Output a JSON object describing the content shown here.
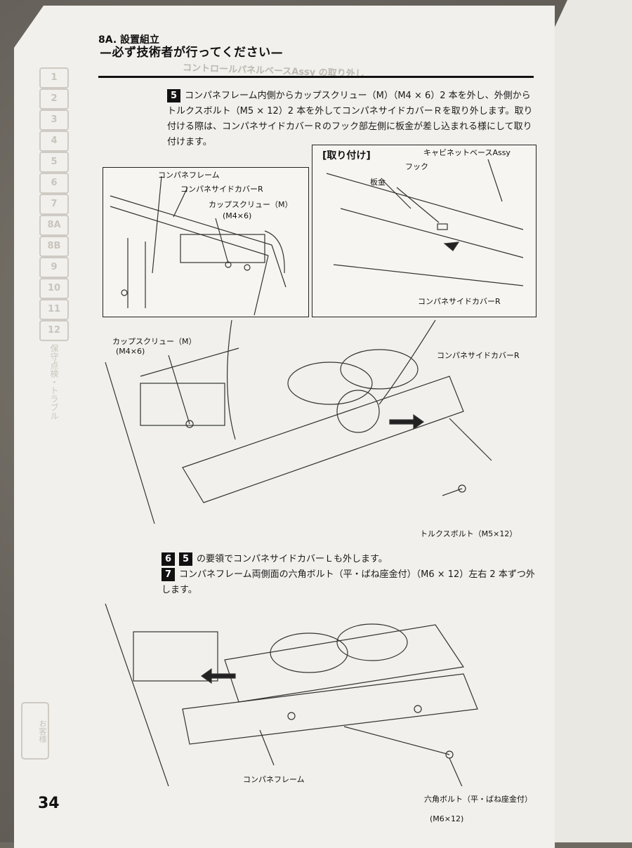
{
  "header": {
    "section": "8A. 設置組立",
    "subtitle": "必ず技術者が行ってください"
  },
  "side_tabs": [
    "1",
    "2",
    "3",
    "4",
    "5",
    "6",
    "7",
    "8A",
    "8B",
    "9",
    "10",
    "11",
    "12"
  ],
  "side_vertical_text": "保守点検・トラブル",
  "bottom_tab": "お客様",
  "bleed_heading": "コントロールパネルベースAssy の取り外し",
  "steps": {
    "step5": {
      "num": "5",
      "text": "コンパネフレーム内側からカップスクリュー（M）（M4 × 6）2 本を外し、外側からトルクスボルト（M5 × 12）2 本を外してコンパネサイドカバーＲを取り外します。取り付ける際は、コンパネサイドカバーＲのフック部左側に板金が差し込まれる様にして取り付けます。"
    },
    "step6": {
      "num": "6",
      "ref": "5",
      "text": "の要領でコンパネサイドカバーＬも外します。"
    },
    "step7": {
      "num": "7",
      "text": "コンパネフレーム両側面の六角ボルト（平・ばね座金付）（M6 × 12）左右 2 本ずつ外します。"
    }
  },
  "figure1": {
    "inset_left": {
      "frame": "コンパネフレーム",
      "cover": "コンパネサイドカバーR",
      "screw": "カップスクリュー（M）",
      "screw_size": "(M4×6)"
    },
    "inset_right": {
      "title": "[取り付け]",
      "cabinet": "キャビネットベースAssy",
      "hook": "フック",
      "plate": "板金",
      "cover": "コンパネサイドカバーR"
    },
    "main": {
      "screw": "カップスクリュー（M）",
      "screw_size": "(M4×6)",
      "cover": "コンパネサイドカバーR",
      "bolt": "トルクスボルト（M5×12）"
    }
  },
  "figure2": {
    "frame": "コンパネフレーム",
    "bolt": "六角ボルト（平・ばね座金付）",
    "bolt_size": "(M6×12)"
  },
  "page_number": "34"
}
